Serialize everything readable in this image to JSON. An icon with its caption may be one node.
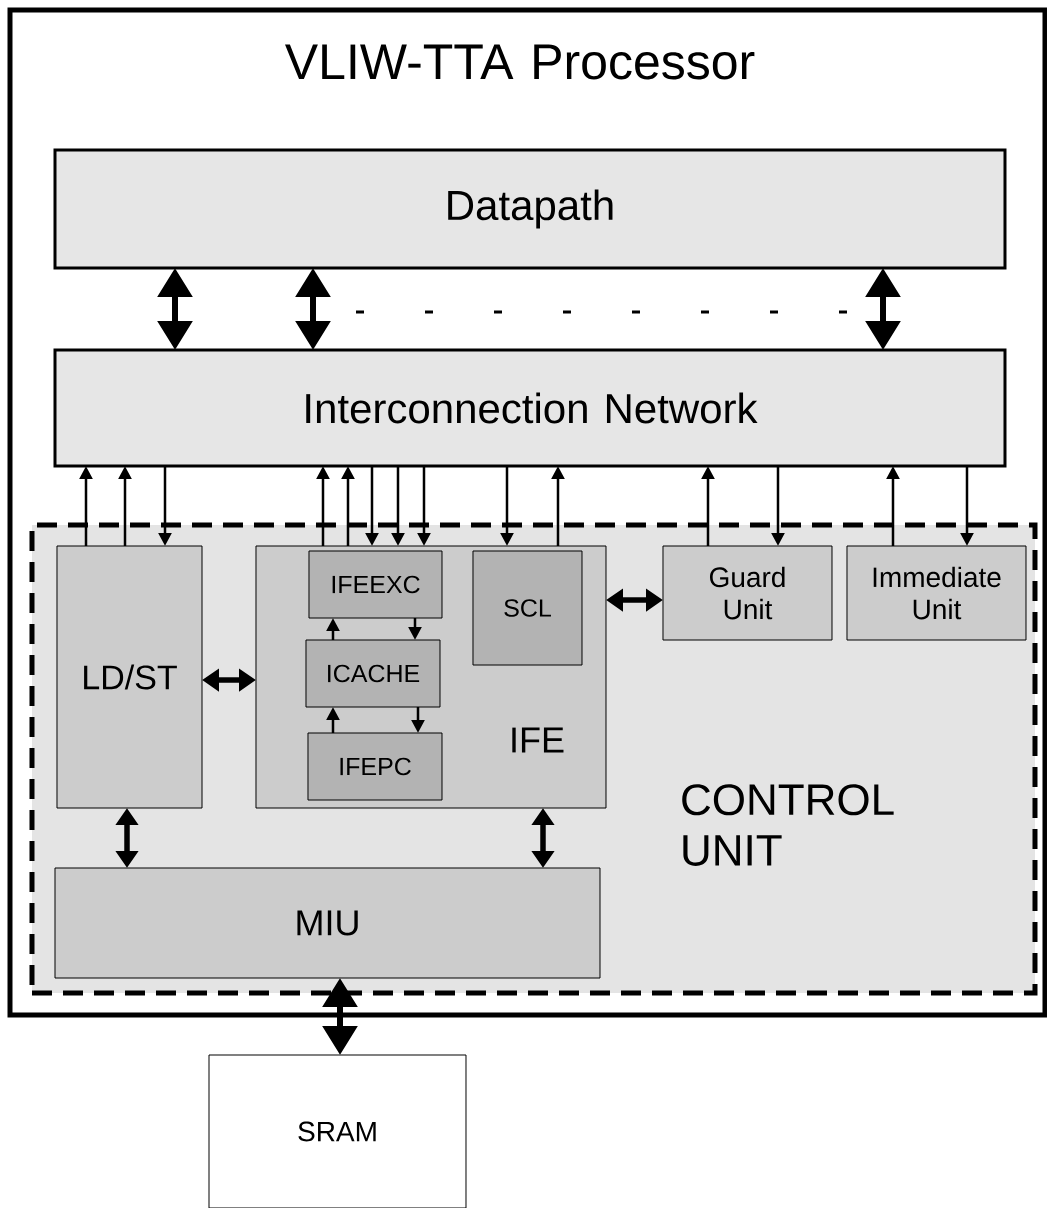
{
  "diagram": {
    "nodes": [
      {
        "text": [
          "VLIW-TTA Processor"
        ]
      },
      {
        "text": [
          "Datapath"
        ],
        "in": 0
      },
      {
        "text": [
          "Interconnection Network"
        ],
        "in": 0
      },
      {
        "text": [
          "CONTROL UNIT"
        ],
        "in": 0
      },
      {
        "text": [
          "LD/ST"
        ],
        "in": 3
      },
      {
        "text": [
          "IFE"
        ],
        "in": 3
      },
      {
        "text": [
          "IFEEXC"
        ],
        "in": 5
      },
      {
        "text": [
          "ICACHE"
        ],
        "in": 5
      },
      {
        "text": [
          "IFEPC"
        ],
        "in": 5
      },
      {
        "text": [
          "SCL"
        ],
        "in": 5
      },
      {
        "text": [
          "Guard Unit"
        ],
        "in": 3
      },
      {
        "text": [
          "Immediate Unit"
        ],
        "in": 3
      },
      {
        "text": [
          "MIU"
        ],
        "in": 3
      },
      {
        "text": [
          "SRAM"
        ]
      }
    ],
    "edges": [
      {
        "from": 1,
        "to": 2,
        "arrow": "both",
        "style": "thick"
      },
      {
        "from": 1,
        "to": 2,
        "arrow": "both",
        "style": "thick"
      },
      {
        "from": 1,
        "to": 2,
        "arrow": "both",
        "style": "thick"
      },
      {
        "from": 4,
        "to": 2,
        "arrow": "to"
      },
      {
        "from": 4,
        "to": 2,
        "arrow": "to"
      },
      {
        "from": 2,
        "to": 4,
        "arrow": "to"
      },
      {
        "from": 5,
        "to": 2,
        "arrow": "to"
      },
      {
        "from": 5,
        "to": 2,
        "arrow": "to"
      },
      {
        "from": 2,
        "to": 5,
        "arrow": "to"
      },
      {
        "from": 2,
        "to": 5,
        "arrow": "to"
      },
      {
        "from": 2,
        "to": 5,
        "arrow": "to"
      },
      {
        "from": 2,
        "to": 5,
        "arrow": "to"
      },
      {
        "from": 5,
        "to": 2,
        "arrow": "to"
      },
      {
        "from": 10,
        "to": 2,
        "arrow": "to"
      },
      {
        "from": 2,
        "to": 10,
        "arrow": "to"
      },
      {
        "from": 11,
        "to": 2,
        "arrow": "to"
      },
      {
        "from": 2,
        "to": 11,
        "arrow": "to"
      },
      {
        "from": 4,
        "to": 5,
        "arrow": "both",
        "style": "thick"
      },
      {
        "from": 5,
        "to": 10,
        "arrow": "both",
        "style": "thick"
      },
      {
        "from": 7,
        "to": 6,
        "arrow": "to"
      },
      {
        "from": 6,
        "to": 7,
        "arrow": "to"
      },
      {
        "from": 8,
        "to": 7,
        "arrow": "to"
      },
      {
        "from": 7,
        "to": 8,
        "arrow": "to"
      },
      {
        "from": 4,
        "to": 12,
        "arrow": "both",
        "style": "thick"
      },
      {
        "from": 5,
        "to": 12,
        "arrow": "both",
        "style": "thick"
      },
      {
        "from": 12,
        "to": 13,
        "arrow": "both",
        "style": "thick"
      }
    ]
  }
}
